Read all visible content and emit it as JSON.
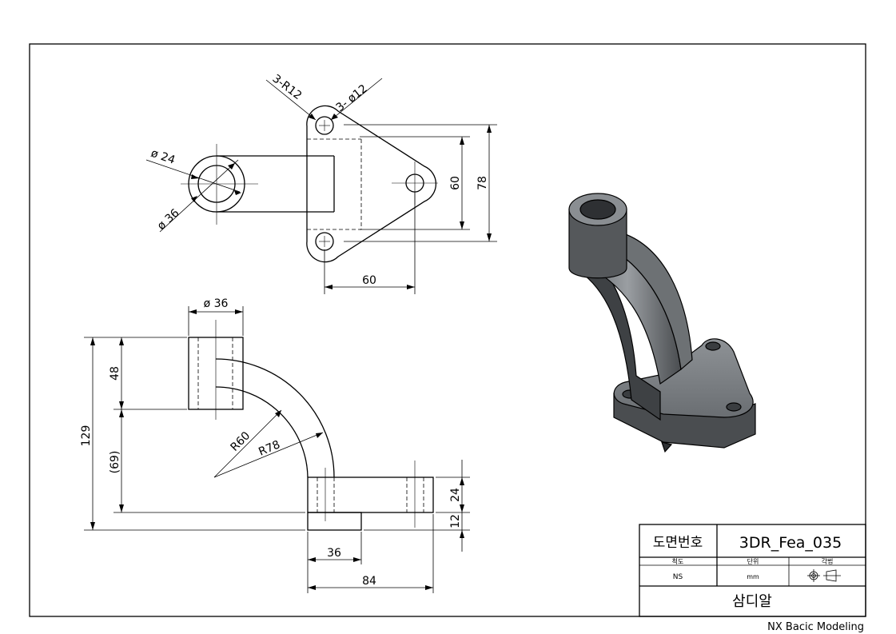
{
  "dimensions": {
    "top_view": {
      "callout_radius": "3-R12",
      "callout_hole": "3- ø12",
      "outer_diameter": "ø 36",
      "inner_diameter": "ø 24",
      "height_inner": "60",
      "height_outer": "78",
      "horizontal": "60"
    },
    "front_view": {
      "boss_diameter": "ø 36",
      "boss_height": "48",
      "total_height": "129",
      "ref_height": "(69)",
      "inner_radius": "R60",
      "outer_radius": "R78",
      "plate_thickness": "24",
      "base_thickness": "12",
      "base_width": "36",
      "total_width": "84"
    }
  },
  "title_block": {
    "drawing_number_label": "도면번호",
    "drawing_number": "3DR_Fea_035",
    "scale_label": "척도",
    "unit_label": "단위",
    "projection_label": "각법",
    "scale_value": "NS",
    "unit_value": "mm",
    "company": "삼디알"
  },
  "footer": "NX Bacic Modeling",
  "colors": {
    "line": "#000000",
    "model_face": "#7a7e82",
    "model_dark": "#3c3f42"
  }
}
